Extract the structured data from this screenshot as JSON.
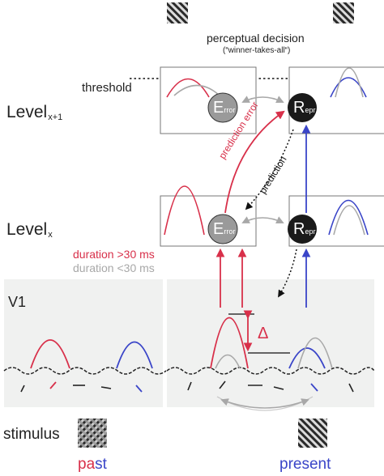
{
  "header": {
    "decision_title": "perceptual decision",
    "decision_subtitle": "(“winner-takes-all“)",
    "threshold": "threshold",
    "stimulus_icons": [
      "diagonal-grating-icon",
      "diagonal-grating-icon"
    ]
  },
  "levels": {
    "upper": {
      "base": "Level",
      "sub": "x+1"
    },
    "lower": {
      "base": "Level",
      "sub": "x"
    },
    "v1": "V1"
  },
  "nodes": {
    "error": {
      "letter": "E",
      "sub": "rror"
    },
    "repr": {
      "letter": "R",
      "sub": "epr"
    }
  },
  "arrows": {
    "prediction_error": "prediction error",
    "prediction": "prediction"
  },
  "legend": {
    "long": "duration >30 ms",
    "short": "duration <30 ms"
  },
  "delta": "Δ",
  "footer": {
    "stimulus": "stimulus",
    "past_parts": [
      "pa",
      "st"
    ],
    "present": "present",
    "stimulus_icons": [
      "plaid-grating-icon",
      "diagonal-grating-icon"
    ]
  },
  "colors": {
    "past_red": "#d8304a",
    "present_blue": "#3a45c8",
    "gray": "#a8a8a8",
    "panel_bg": "#f0f1f0",
    "error_node": "#9a9a9a",
    "repr_node": "#1a1a1a"
  }
}
